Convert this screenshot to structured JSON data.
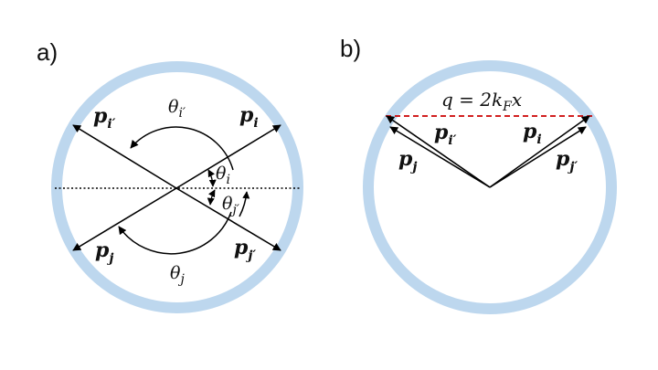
{
  "panels": [
    {
      "label": "a)"
    },
    {
      "label": "b)"
    }
  ],
  "colors": {
    "ring": "#bdd7ee",
    "ink": "#000000",
    "dashed": "#cc0000"
  },
  "panel_a": {
    "vectors": [
      {
        "base": "p",
        "sub": "i′"
      },
      {
        "base": "p",
        "sub": "i"
      },
      {
        "base": "p",
        "sub": "j"
      },
      {
        "base": "p",
        "sub": "j′"
      }
    ],
    "angles": [
      {
        "base": "θ",
        "sub": "i′"
      },
      {
        "base": "θ",
        "sub": "i"
      },
      {
        "base": "θ",
        "sub": "j′"
      },
      {
        "base": "θ",
        "sub": "j"
      }
    ]
  },
  "panel_b": {
    "equation": "q = 2k",
    "equation_sub": "F",
    "equation_tail": "x",
    "vectors": [
      {
        "base": "p",
        "sub": "i′"
      },
      {
        "base": "p",
        "sub": "i"
      },
      {
        "base": "p",
        "sub": "j"
      },
      {
        "base": "p",
        "sub": "j′"
      }
    ]
  }
}
